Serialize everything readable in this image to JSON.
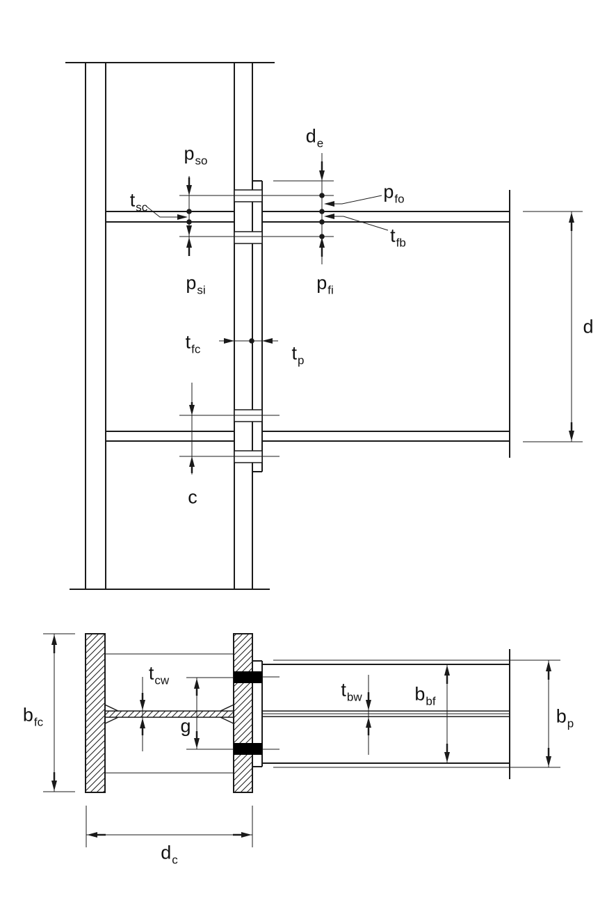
{
  "colors": {
    "line": "#1a1a1a",
    "bolt_fill": "#000000",
    "background": "#ffffff"
  },
  "labels": {
    "p_so": {
      "main": "p",
      "sub": "so"
    },
    "t_sc": {
      "main": "t",
      "sub": "sc"
    },
    "p_si": {
      "main": "p",
      "sub": "si"
    },
    "d_e": {
      "main": "d",
      "sub": "e"
    },
    "p_fo": {
      "main": "p",
      "sub": "fo"
    },
    "t_fb": {
      "main": "t",
      "sub": "fb"
    },
    "p_fi": {
      "main": "p",
      "sub": "fi"
    },
    "t_fc": {
      "main": "t",
      "sub": "fc"
    },
    "t_p": {
      "main": "t",
      "sub": "p"
    },
    "c": {
      "main": "c",
      "sub": ""
    },
    "d": {
      "main": "d",
      "sub": ""
    },
    "b_fc": {
      "main": "b",
      "sub": "fc"
    },
    "t_cw": {
      "main": "t",
      "sub": "cw"
    },
    "g": {
      "main": "g",
      "sub": ""
    },
    "d_c": {
      "main": "d",
      "sub": "c"
    },
    "t_bw": {
      "main": "t",
      "sub": "bw"
    },
    "b_bf": {
      "main": "b",
      "sub": "bf"
    },
    "b_p": {
      "main": "b",
      "sub": "p"
    }
  }
}
